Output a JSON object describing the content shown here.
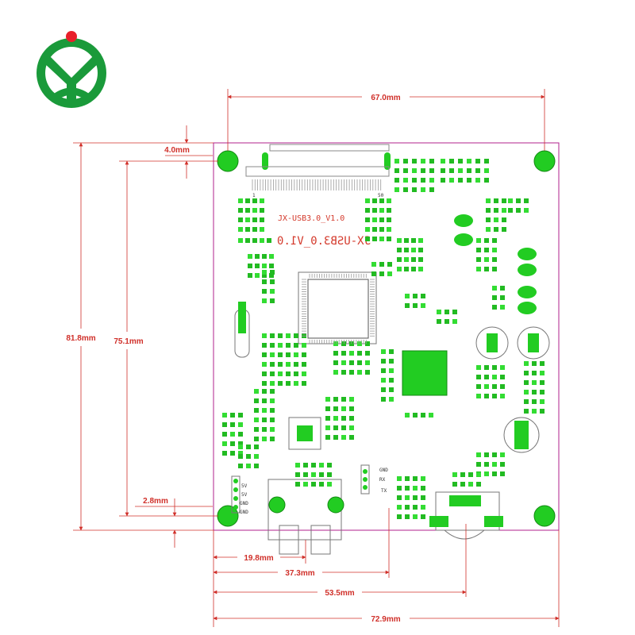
{
  "brand": {
    "logo_name": "brand-logo",
    "colors": {
      "green": "#1a9a3a",
      "red": "#e8202a"
    }
  },
  "board": {
    "outline_color": "#b0208e",
    "silkscreen": {
      "model_small": "JX-USB3.0_V1.0",
      "model_large_mirrored": "JX-USB3.0_V1.0",
      "fpc_pin_first": "1",
      "fpc_pin_last": "50",
      "labels_left": [
        "5V",
        "5V",
        "GND",
        "GND"
      ],
      "labels_right": [
        "GND",
        "RX",
        "TX"
      ]
    }
  },
  "dimensions": {
    "color": "#d0302a",
    "top_width": "67.0mm",
    "top_offset": "4.0mm",
    "height_total": "81.8mm",
    "height_holes": "75.1mm",
    "bottom_offset": "2.8mm",
    "bottom_1": "19.8mm",
    "bottom_2": "37.3mm",
    "bottom_3": "53.5mm",
    "bottom_4": "72.9mm"
  }
}
